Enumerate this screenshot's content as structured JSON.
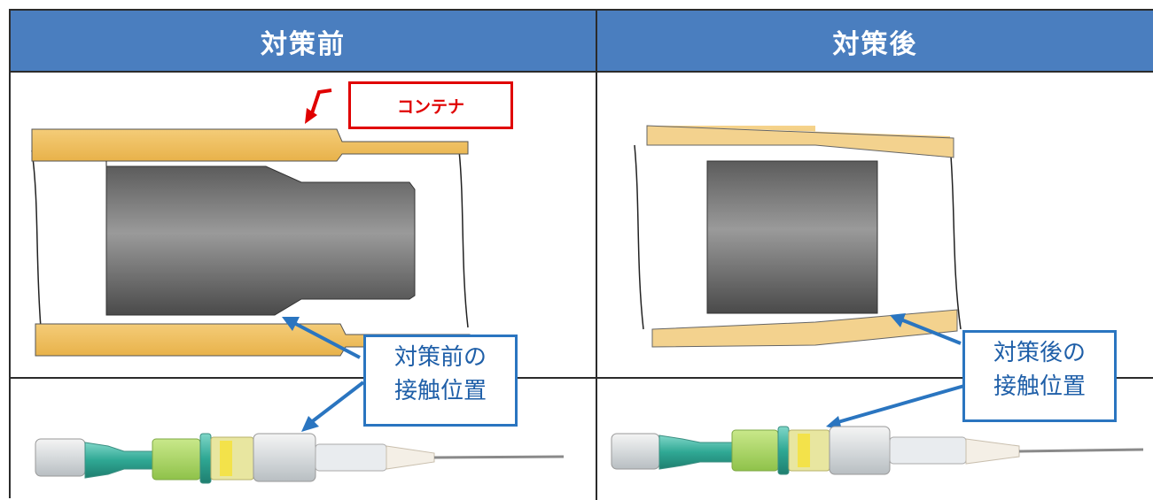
{
  "table": {
    "header_left": "対策前",
    "header_right": "対策後"
  },
  "callouts": {
    "container_label": "コンテナ",
    "before_line1": "対策前の",
    "before_line2": "接触位置",
    "after_line1": "対策後の",
    "after_line2": "接触位置"
  },
  "colors": {
    "header_bg": "#4a7ebf",
    "container_fill": "#f0c060",
    "callout_red": "#e00000",
    "callout_blue": "#2a75c0"
  }
}
